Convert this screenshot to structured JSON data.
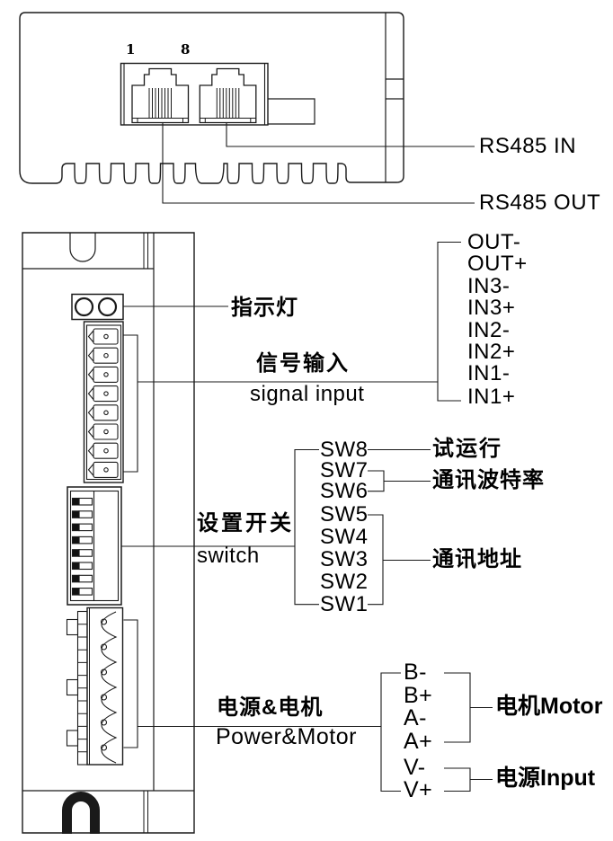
{
  "diagram": {
    "top_view": {
      "pin1": "1",
      "pin8": "8",
      "rs485_in": "RS485 IN",
      "rs485_out": "RS485 OUT"
    },
    "side_view": {
      "indicator": "指示灯",
      "signal_zh": "信号输入",
      "signal_en": "signal input",
      "signal_pins": [
        "OUT-",
        "OUT+",
        "IN3-",
        "IN3+",
        "IN2-",
        "IN2+",
        "IN1-",
        "IN1+"
      ],
      "switch_zh": "设置开关",
      "switch_en": "switch",
      "switches": [
        "SW8",
        "SW7",
        "SW6",
        "SW5",
        "SW4",
        "SW3",
        "SW2",
        "SW1"
      ],
      "sw8_func": "试运行",
      "baud_func": "通讯波特率",
      "addr_func": "通讯地址",
      "power_zh": "电源&电机",
      "power_en": "Power&Motor",
      "power_pins": [
        "B-",
        "B+",
        "A-",
        "A+",
        "V-",
        "V+"
      ],
      "motor_label": "电机Motor",
      "vin_label": "电源Input"
    }
  },
  "colors": {
    "line": "#1a1a1a",
    "text": "#000000",
    "bg": "#ffffff"
  }
}
